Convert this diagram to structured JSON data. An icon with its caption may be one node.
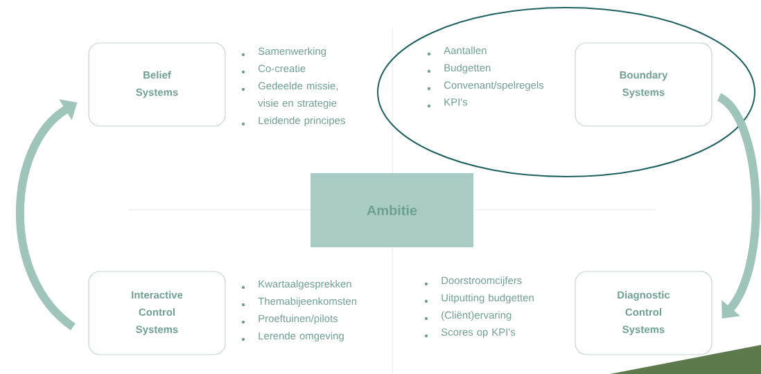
{
  "diagram": {
    "nodes": [
      {
        "text": [
          "Belief Systems"
        ],
        "beside": [
          "Samenwerking",
          "Co-creatie",
          "Gedeelde missie, visie en strategie",
          "Leidende principes"
        ]
      },
      {
        "text": [
          "Boundary Systems"
        ],
        "beside": [
          "Aantallen",
          "Budgetten",
          "Convenant/spelregels",
          "KPI's"
        ]
      },
      {
        "text": [
          "Ambitie"
        ]
      },
      {
        "text": [
          "Interactive Control Systems"
        ],
        "beside": [
          "Kwartaalgesprekken",
          "Themabijeenkomsten",
          "Proeftuinen/pilots",
          "Lerende omgeving"
        ]
      },
      {
        "text": [
          "Diagnostic Control Systems"
        ],
        "beside": [
          "Doorstroomcijfers",
          "Uitputting budgetten",
          "(Cliënt)ervaring",
          "Scores op KPI's"
        ]
      }
    ],
    "edges": [
      {
        "from": 1,
        "to": 4,
        "arrow": "to"
      },
      {
        "from": 3,
        "to": 0,
        "arrow": "to"
      }
    ]
  }
}
